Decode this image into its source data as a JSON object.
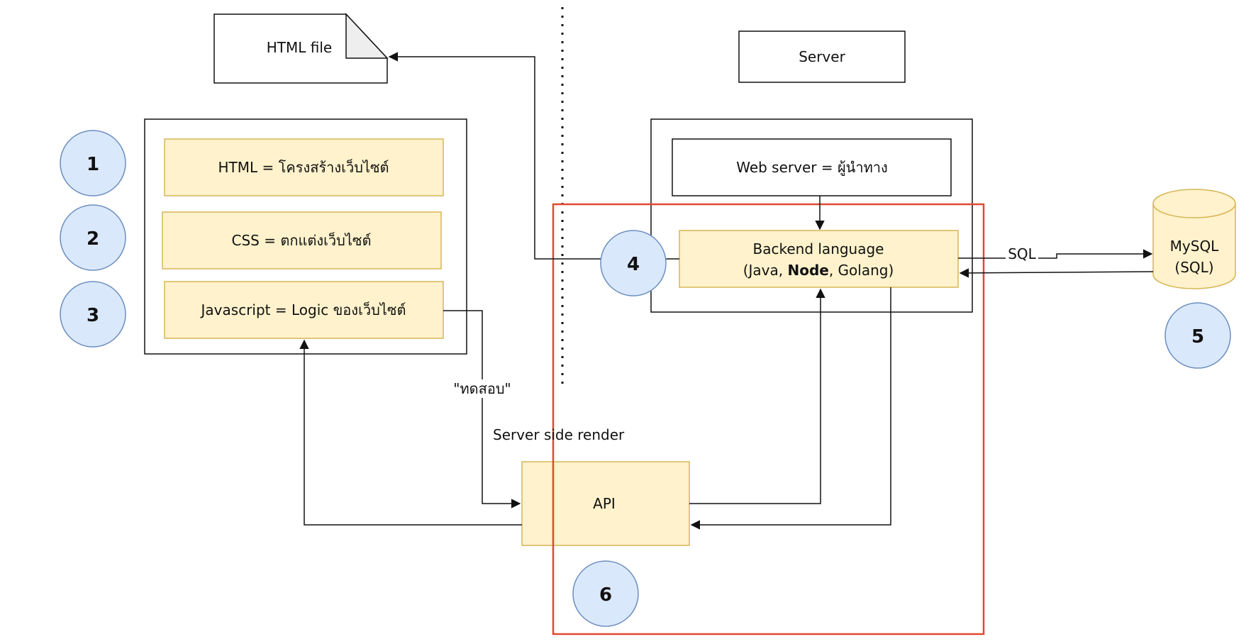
{
  "html_file": {
    "label": "HTML file"
  },
  "server": {
    "label": "Server"
  },
  "client": {
    "html": "HTML = โครงสร้างเว็บไซต์",
    "css": "CSS = ตกแต่งเว็บไซต์",
    "js": "Javascript = Logic ของเว็บไซต์"
  },
  "web_server": {
    "label": "Web server = ผู้นำทาง"
  },
  "backend": {
    "line1": "Backend language",
    "line2_prefix": "(Java, ",
    "line2_bold": "Node",
    "line2_suffix": ", Golang)"
  },
  "database": {
    "line1": "MySQL",
    "line2": "(SQL)"
  },
  "api": {
    "label": "API"
  },
  "edges": {
    "sql": "SQL",
    "test": "\"ทดสอบ\"",
    "ssr": "Server side render"
  },
  "markers": [
    "1",
    "2",
    "3",
    "4",
    "5",
    "6"
  ],
  "colors": {
    "yellow_fill": "#fff2cc",
    "yellow_stroke": "#d6b656",
    "blue_fill": "#dae8fc",
    "blue_stroke": "#6c8ebf",
    "highlight": "#e0492f"
  }
}
